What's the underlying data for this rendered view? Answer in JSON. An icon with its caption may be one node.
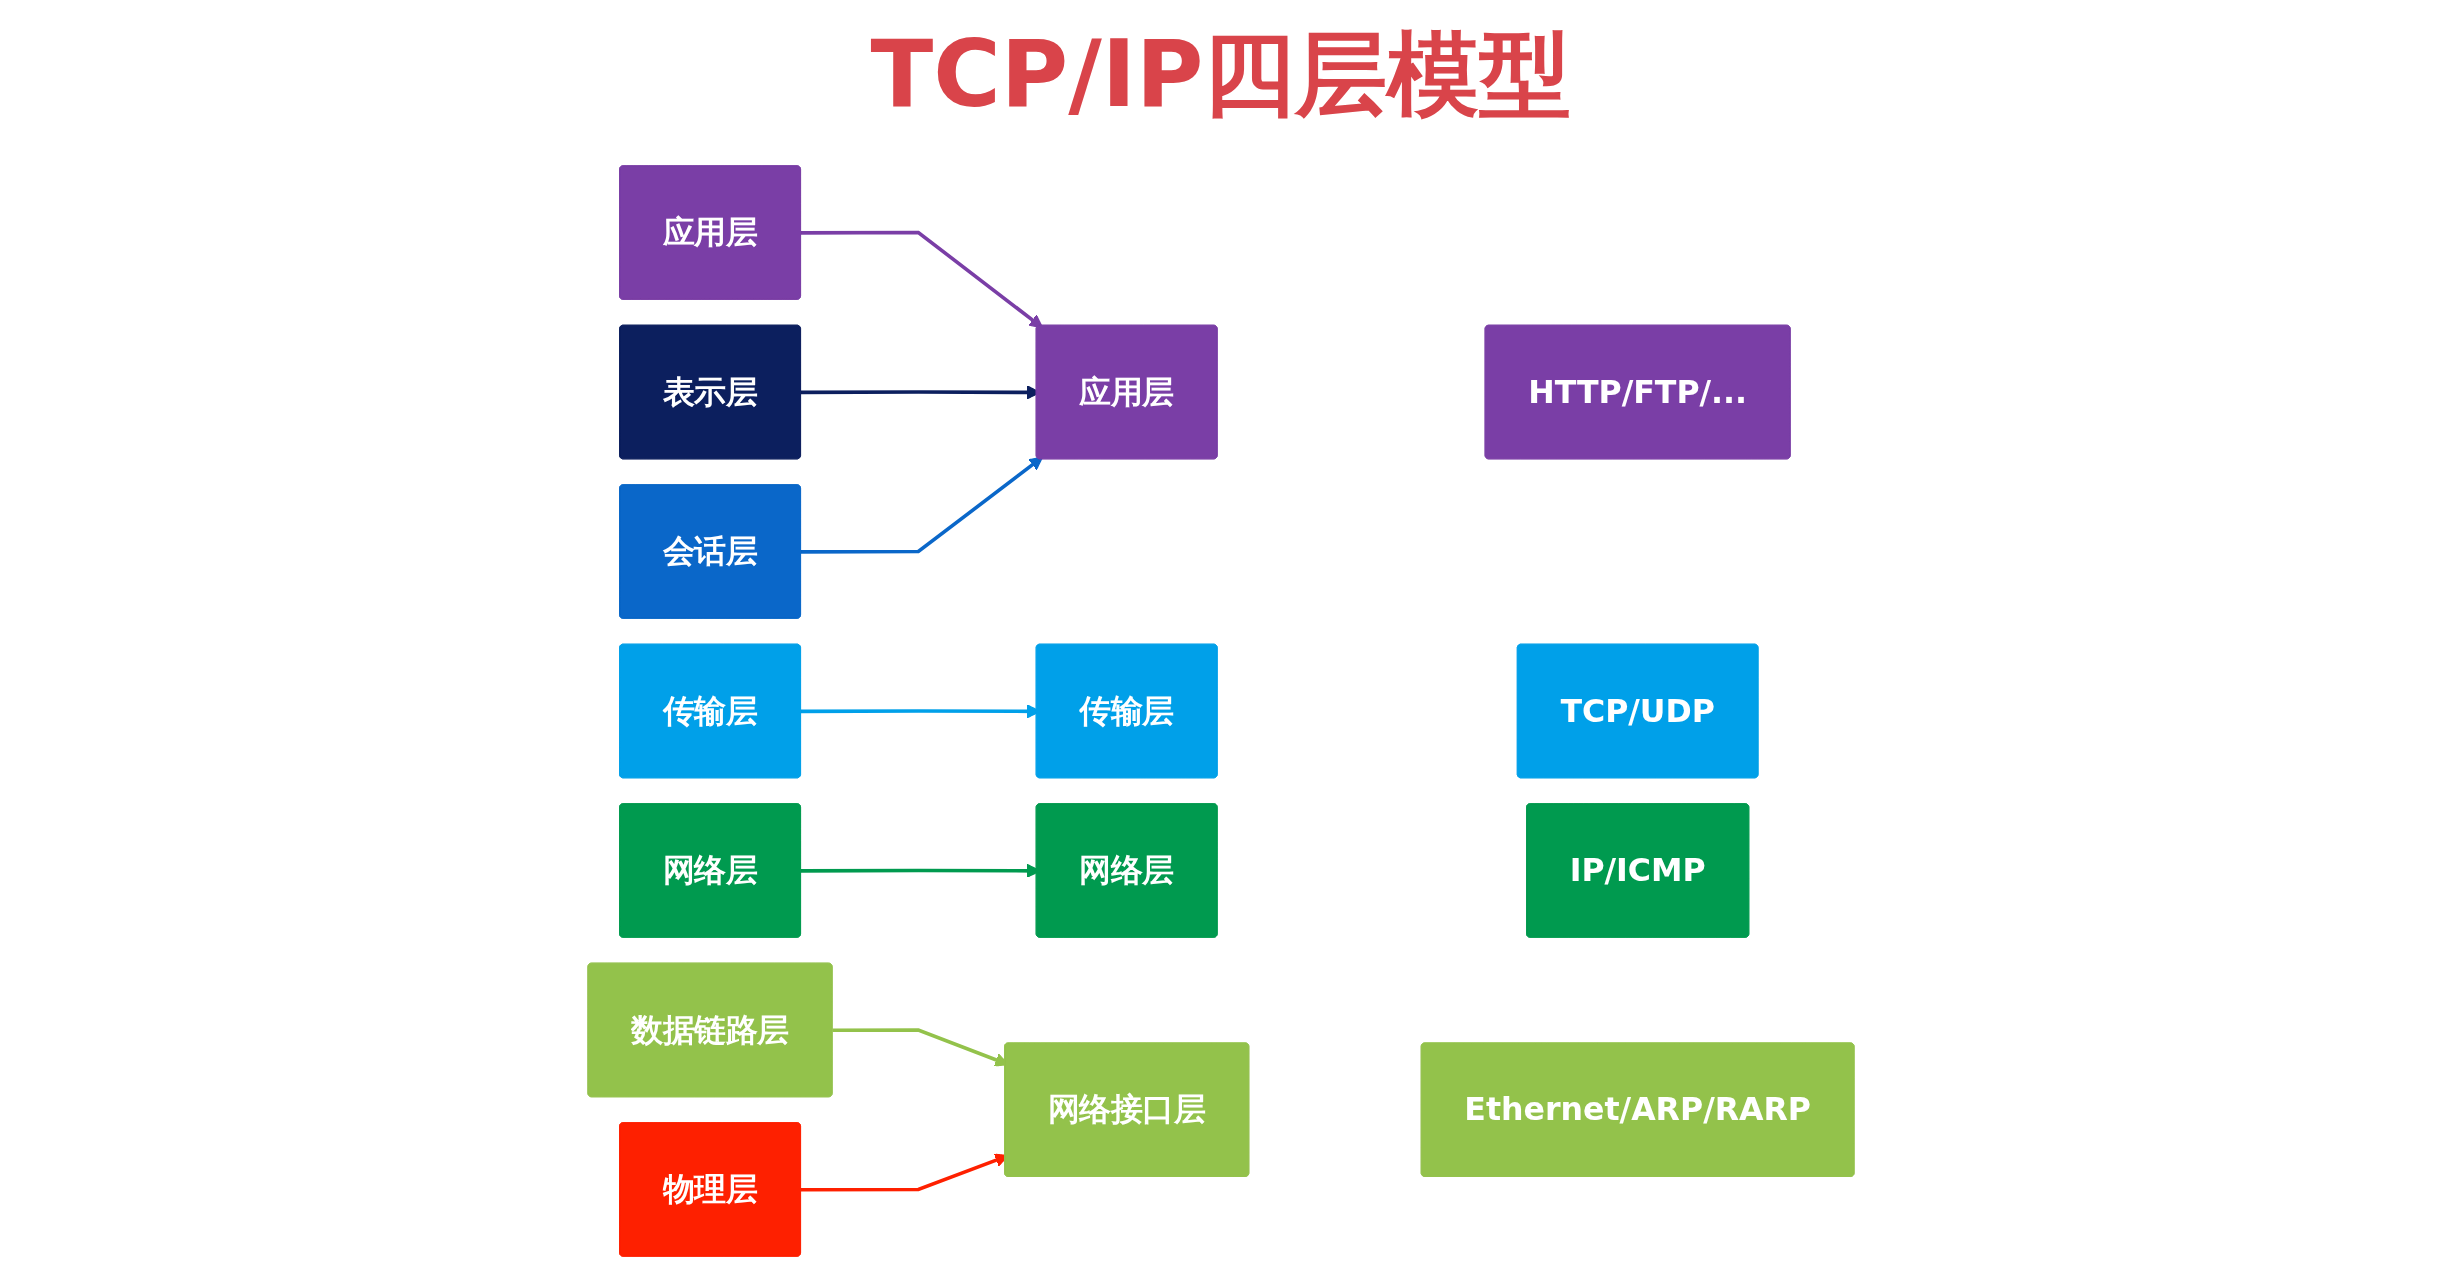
{
  "diagram": {
    "title": "TCP/IP四层模型",
    "nodes": [
      {
        "text": [
          "应用层"
        ]
      },
      {
        "text": [
          "表示层"
        ]
      },
      {
        "text": [
          "会话层"
        ]
      },
      {
        "text": [
          "传输层"
        ]
      },
      {
        "text": [
          "网络层"
        ]
      },
      {
        "text": [
          "数据链路层"
        ]
      },
      {
        "text": [
          "物理层"
        ]
      },
      {
        "text": [
          "应用层"
        ]
      },
      {
        "text": [
          "传输层"
        ]
      },
      {
        "text": [
          "网络层"
        ]
      },
      {
        "text": [
          "网络接口层"
        ]
      },
      {
        "text": [
          "HTTP/FTP/..."
        ]
      },
      {
        "text": [
          "TCP/UDP"
        ]
      },
      {
        "text": [
          "IP/ICMP"
        ]
      },
      {
        "text": [
          "Ethernet/ARP/RARP"
        ]
      }
    ],
    "edges": [
      {
        "from": 0,
        "to": 7,
        "arrow": "to",
        "color": "#7a3ea6"
      },
      {
        "from": 1,
        "to": 7,
        "arrow": "to",
        "color": "#0c1f5e"
      },
      {
        "from": 2,
        "to": 7,
        "arrow": "to",
        "color": "#0a67c9"
      },
      {
        "from": 3,
        "to": 8,
        "arrow": "to",
        "color": "#00a0e9"
      },
      {
        "from": 4,
        "to": 9,
        "arrow": "to",
        "color": "#009a4f"
      },
      {
        "from": 5,
        "to": 10,
        "arrow": "to",
        "color": "#93c24b"
      },
      {
        "from": 6,
        "to": 10,
        "arrow": "to",
        "color": "#fe2000"
      }
    ]
  }
}
